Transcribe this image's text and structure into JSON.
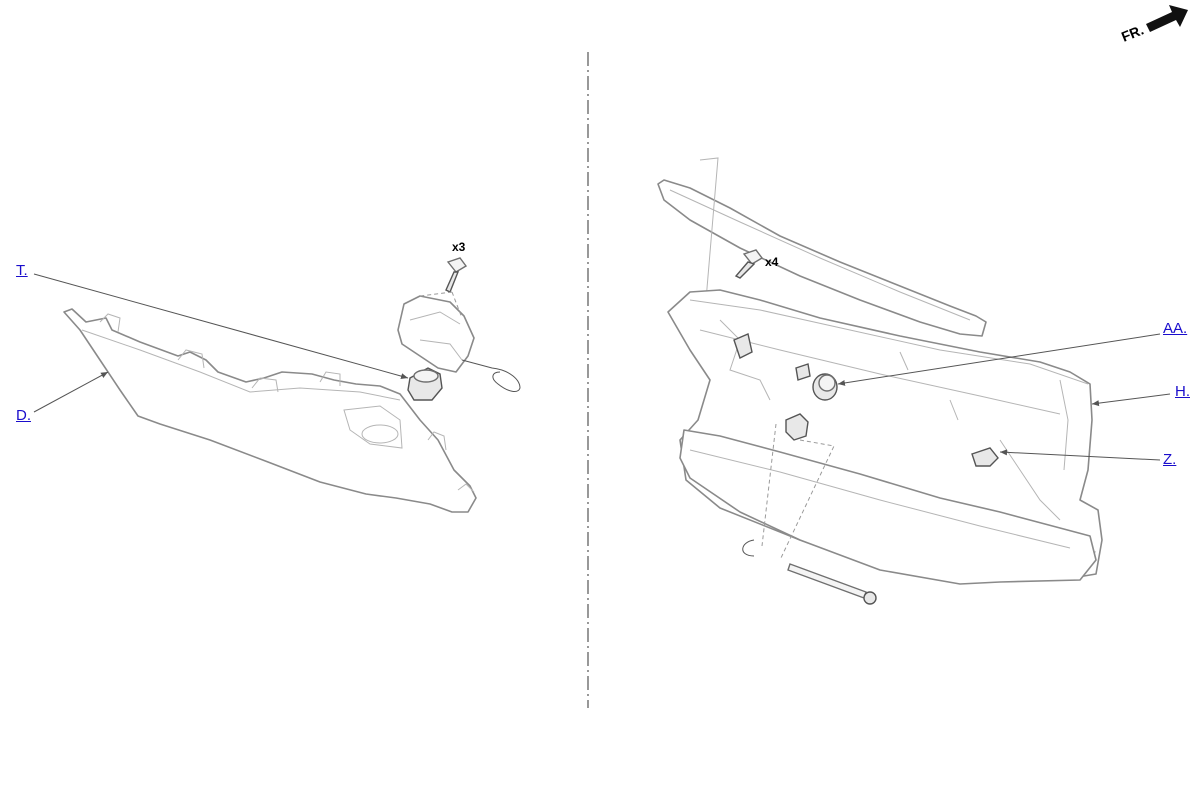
{
  "direction_indicator": {
    "label": "FR."
  },
  "left_view": {
    "callouts": {
      "t": "T.",
      "d": "D."
    },
    "quantity": "x3"
  },
  "right_view": {
    "callouts": {
      "aa": "AA.",
      "h": "H.",
      "z": "Z."
    },
    "quantity": "x4"
  }
}
